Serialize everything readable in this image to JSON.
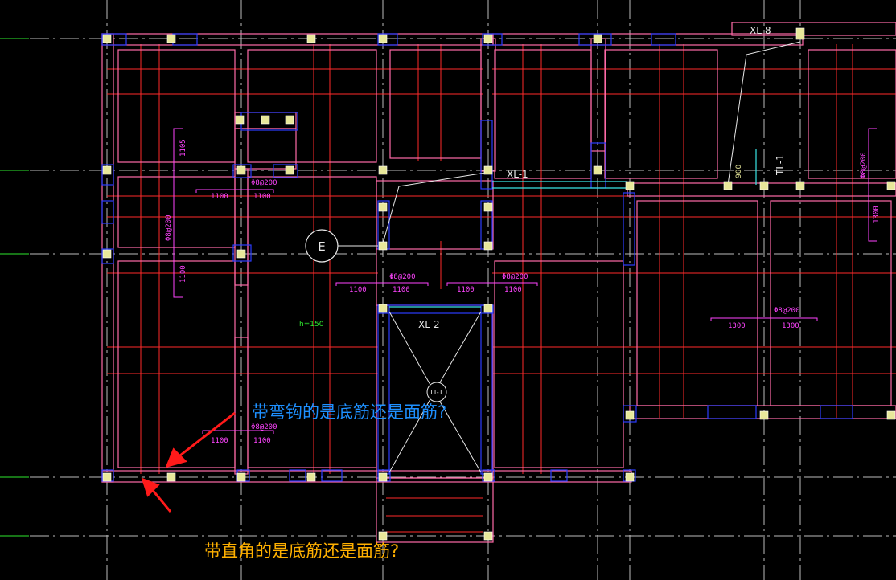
{
  "colors": {
    "background": "#000000",
    "beam_red": "#ff2a2a",
    "wall_pink": "#ff6aa8",
    "col_blue": "#2b3cff",
    "axis_gray": "#dcdcdc",
    "column_fill": "#e8e89a",
    "dimension_magenta": "#ff44ff",
    "annot_cyan": "#1e90ff",
    "annot_orange": "#ffb000",
    "arrow_red": "#ff1a1a",
    "green_text": "#2ee82e",
    "cyan_beam": "#39e6e6"
  },
  "labels": {
    "xl8": "XL-8",
    "xl1": "XL-1",
    "xl2": "XL-2",
    "tl1": "TL-1",
    "tl1_dim": "900",
    "axis_e": "E",
    "lt1": "LT-1",
    "h150": "h=150"
  },
  "dimensions": {
    "d1105": "1105",
    "d1100": "1100",
    "d1300": "1300",
    "d8at200": "Φ8@200"
  },
  "annotations": {
    "question_hook": "带弯钩的是底筋还是面筋?",
    "question_right_angle": "带直角的是底筋还是面筋?"
  }
}
